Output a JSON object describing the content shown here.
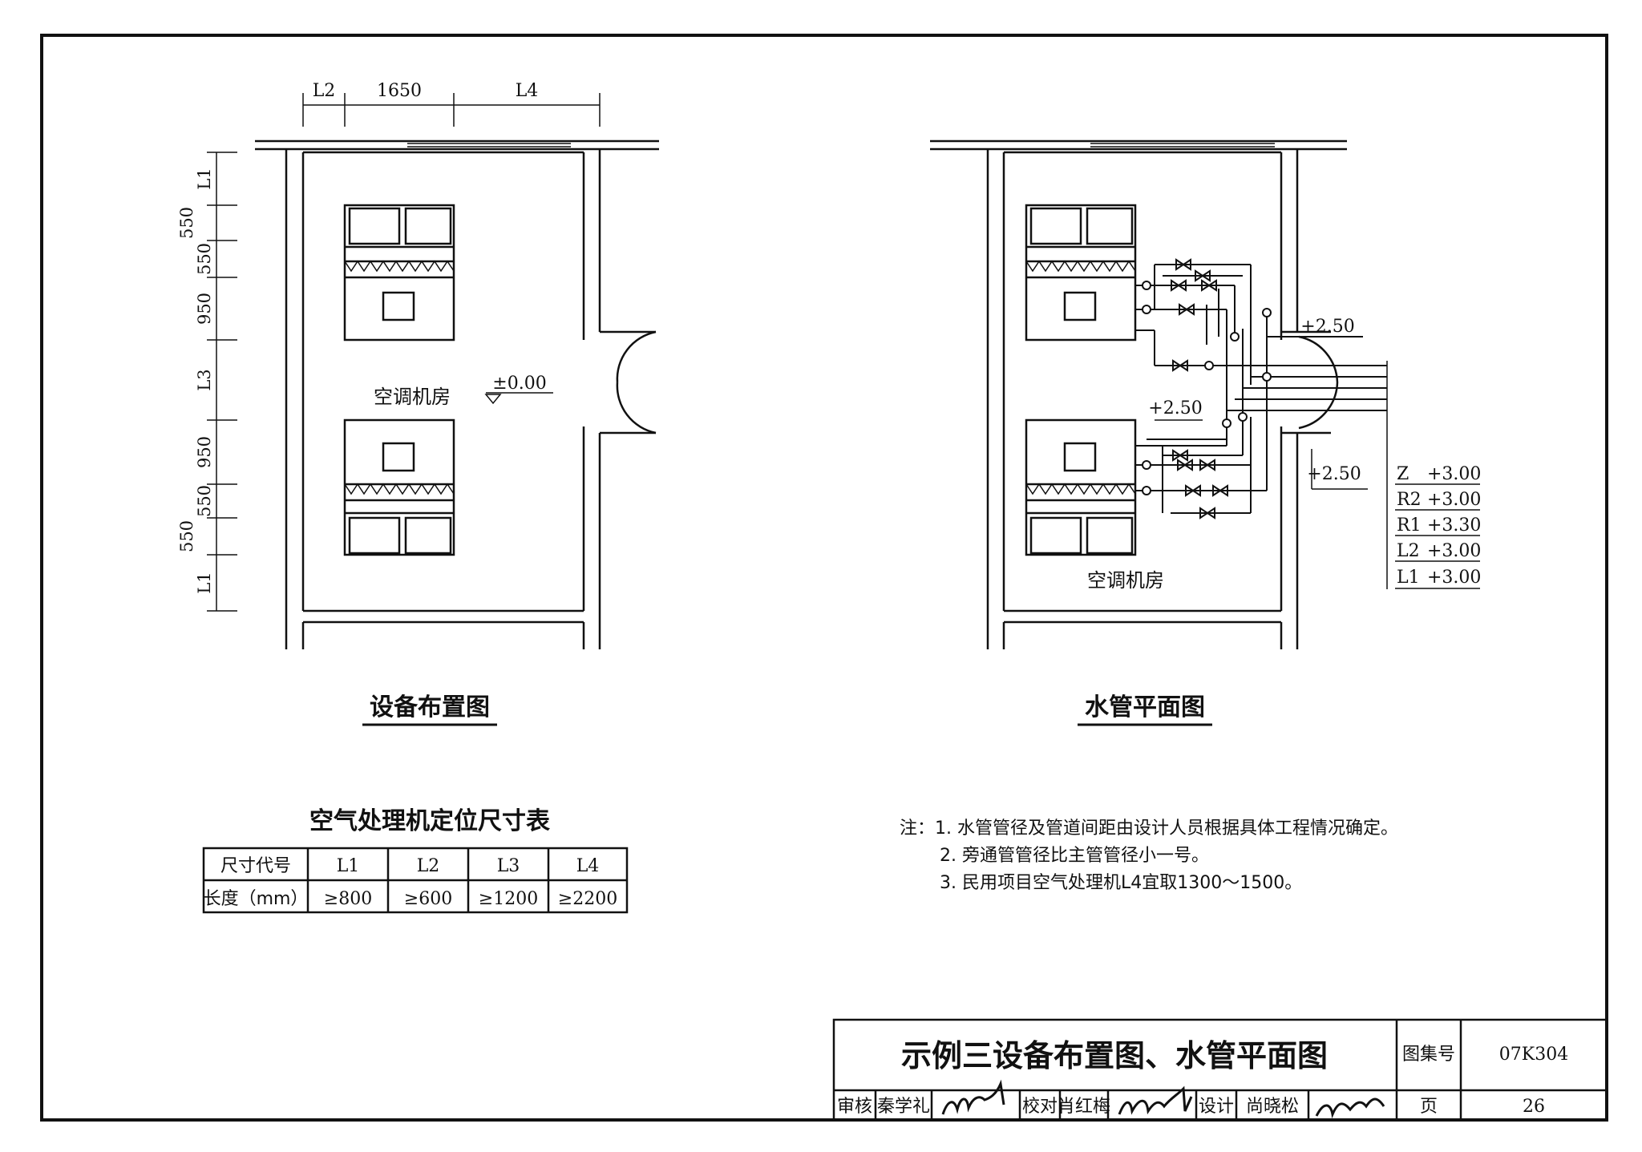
{
  "layout_plan": {
    "title": "设备布置图",
    "room_label": "空调机房",
    "elevation": "±0.00",
    "top_dims": [
      "L2",
      "1650",
      "L4"
    ],
    "side_dims": [
      "L1",
      "550",
      "550",
      "950",
      "L3",
      "950",
      "550",
      "550",
      "L1"
    ]
  },
  "pipe_plan": {
    "title": "水管平面图",
    "room_label": "空调机房",
    "elevations": [
      "+2.50",
      "+2.50",
      "+2.50"
    ],
    "pipe_legend": [
      {
        "name": "Z",
        "elev": "+3.00"
      },
      {
        "name": "R2",
        "elev": "+3.00"
      },
      {
        "name": "R1",
        "elev": "+3.30"
      },
      {
        "name": "L2",
        "elev": "+3.00"
      },
      {
        "name": "L1",
        "elev": "+3.00"
      }
    ]
  },
  "table": {
    "title": "空气处理机定位尺寸表",
    "headers": [
      "尺寸代号",
      "L1",
      "L2",
      "L3",
      "L4"
    ],
    "row": [
      "长度（mm）",
      "≥800",
      "≥600",
      "≥1200",
      "≥2200"
    ]
  },
  "notes": [
    "注：1. 水管管径及管道间距由设计人员根据具体工程情况确定。",
    "2. 旁通管管径比主管管径小一号。",
    "3. 民用项目空气处理机L4宜取1300～1500。"
  ],
  "title_block": {
    "title": "示例三设备布置图、水管平面图",
    "atlas_label": "图集号",
    "atlas_no": "07K304",
    "review_label": "审核",
    "reviewer": "秦学礼",
    "check_label": "校对",
    "checker": "肖红梅",
    "design_label": "设计",
    "designer": "尚晓松",
    "page_label": "页",
    "page_no": "26"
  }
}
